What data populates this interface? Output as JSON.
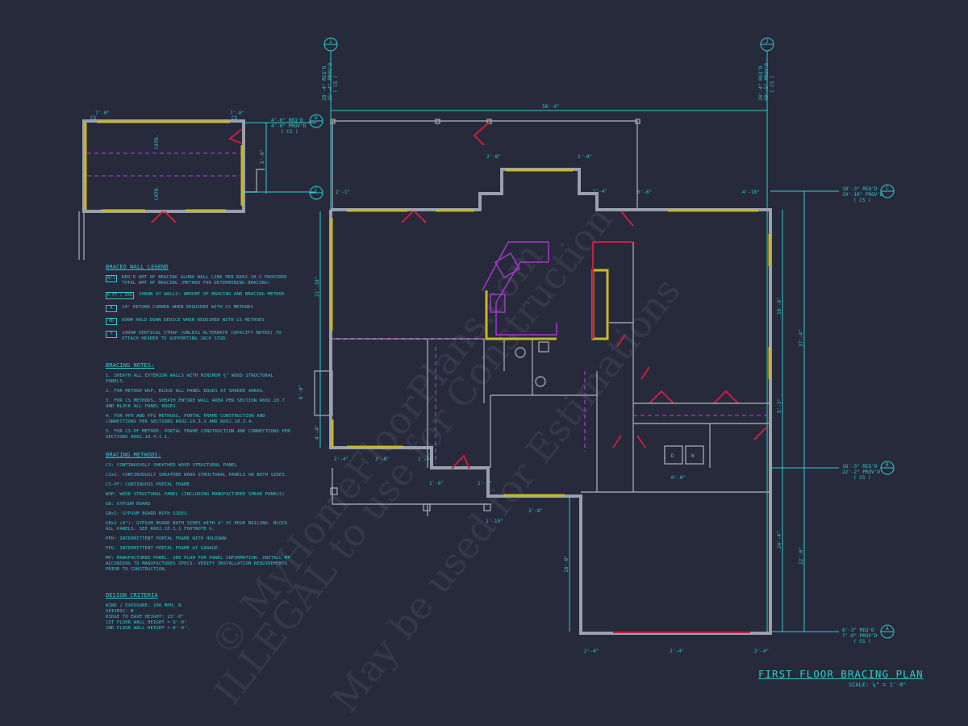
{
  "watermark": [
    "© MyHomeFloorPlans.com",
    "ILLEGAL to use for Construction",
    "May be used for Estimations"
  ],
  "title": "FIRST FLOOR BRACING PLAN",
  "scale": "SCALE: ¼\" = 1'-0\"",
  "grid": {
    "g1": {
      "id": "1",
      "req": "28'-4\" REQ'D",
      "prov": "25'-4\" PROV'D",
      "method": "( CS )"
    },
    "g2": {
      "id": "2",
      "req": "28'-4\" REQ'D",
      "prov": "40'-5\" PROV'D",
      "method": "( CS )"
    },
    "gD": {
      "id": "D",
      "req": "4'-0\" REQ'D",
      "prov": "4'-0\" PROV'D",
      "method": "( CS )"
    },
    "gC": {
      "id": "C",
      "req": "18'-3\" REQ'D",
      "prov": "19'-10\" PROV'D",
      "method": "( CS )"
    },
    "gB": {
      "id": "B",
      "req": "18'-3\" REQ'D",
      "prov": "22'-2\" PROV'D",
      "method": "( CS )"
    },
    "gA": {
      "id": "A",
      "req": "6'-3\" REQ'D",
      "prov": "7'-0\" PROV'D",
      "method": "( CS )"
    },
    "gC2": {
      "id": "C"
    },
    "sub": "1"
  },
  "dims": {
    "overall": "58'-0\"",
    "right_total": "37'-4\"",
    "right_lower": "22'-0\"",
    "right_inner_lower": "24'-4\"",
    "right_upper": "10'-8\"",
    "right_mid": "5'-3\"",
    "left_upper": "21'-10\"",
    "left_fire": "6'-0\"",
    "left_low": "4'-4\"",
    "garage_left": "18'-0\"",
    "detached_side": "5'-6\"",
    "d1": "7'-0\"",
    "d2": "7'-0\"",
    "p1": "2'-8\"",
    "p2": "1'-8\"",
    "t1": "2'-1\"",
    "t2": "1'-4\"",
    "t3": "6'-6\"",
    "t4": "4'-10\"",
    "b1": "2'-4\"",
    "b2": "3'-8\"",
    "b3": "1'-8\"",
    "b4": "1'-6\"",
    "b5": "1'-2\"",
    "b6": "1'-10\"",
    "b7": "3'-8\"",
    "b8": "0'-8\"",
    "g1": "2'-4\"",
    "g2": "2'-4\"",
    "g3": "2'-4\""
  },
  "tags": {
    "cs": "CS",
    "cs2": "CSx2",
    "d": "D",
    "w": "W",
    "cath": "CATH."
  },
  "legend": {
    "heading": "BRACED WALL LEGEND",
    "bubble_a": "A",
    "bubble_1": "1",
    "items": [
      {
        "sym": "A/1",
        "text": "REQ'D AMT OF BRACING ALONG WALL LINE PER R602.10.2 PROVIDED TOTAL AMT OF BRACING (METHOD FOR DETERMINING BRACING)"
      },
      {
        "sym": "X FT / XXX",
        "text": "SHOWN AT WALLS: AMOUNT OF BRACING AND BRACING METHOD"
      },
      {
        "sym": "R",
        "text": "24\" RETURN CORNER WHEN REQUIRED WITH CS METHODS"
      },
      {
        "sym": "HD",
        "text": "800# HOLD DOWN DEVICE WHEN REQUIRED WITH CS METHODS"
      },
      {
        "sym": "T",
        "text": "1000# VERTICAL STRAP (UNLESS ALTERNATE CAPACITY NOTED) TO ATTACH HEADER TO SUPPORTING JACK STUD."
      }
    ]
  },
  "notes": {
    "heading": "BRACING NOTES:",
    "items": [
      "1. SHEATH ALL EXTERIOR WALLS WITH MINIMUM ⅜\" WOOD STRUCTURAL PANELS.",
      "2. FOR METHOD WSP, BLOCK ALL PANEL EDGES AT SHADED AREAS.",
      "3. FOR CS METHODS, SHEATH ENTIRE WALL AREA PER SECTION R602.10.7 AND BLOCK ALL PANEL EDGES.",
      "4. FOR PFH AND PFG METHODS, PORTAL FRAME CONSTRUCTION AND CONNECTIONS PER SECTIONS R602.10.3.3 AND R602.10.3.4.",
      "5. FOR CS-PF METHOD, PORTAL FRAME CONSTRUCTION AND CONNECTIONS PER SECTIONS R602.10.4.1.1."
    ]
  },
  "methods": {
    "heading": "BRACING METHODS:",
    "items": [
      "CS: CONTINUOUSLY SHEATHED WOOD STRUCTURAL PANEL",
      "CSx2: CONTINUOUSLY SHEATHED WOOD STRUCTURAL PANELS ON BOTH SIDES.",
      "CS-PF: CONTINUOUS PORTAL FRAME.",
      "WSP: WOOD STRUCTURAL PANEL (INCLUDING MANUFACTURED SHEAR PANELS)",
      "GB: GYPSUM BOARD",
      "GBx2: GYPSUM BOARD BOTH SIDES.",
      "GBx2 (4\"): GYPSUM BOARD BOTH SIDES WITH 4\" OC EDGE NAILING. BLOCK ALL PANELS. SEE R602.10.1.1 FOOTNOTE G.",
      "PFH: INTERMITTENT PORTAL FRAME WITH HOLDOWN",
      "PFG: INTERMITTENT PORTAL FRAME AT GARAGE.",
      "MP: MANUFACTURED PANEL. SEE PLAN FOR PANEL INFORMATION. INSTALL MP ACCORDING TO MANUFACTURES SPECS. VERIFY INSTALLATION REQUIREMENTS PRIOR TO CONSTRUCTION."
    ]
  },
  "criteria": {
    "heading": "DESIGN CRITERIA",
    "items": [
      "WIND / EXPOSURE:  100 MPH, B",
      "SEISMIC:  B",
      "RIDGE TO EAVE HEIGHT: 13'-0\"",
      "1ST FLOOR WALL HEIGHT = 9'-0\"",
      "2ND FLOOR WALL HEIGHT = 8'-0\"."
    ]
  },
  "colors": {
    "background": "#262a3b",
    "annotation": "#33c9cf",
    "wall": "#9aa0ac",
    "door": "#c8203c",
    "panel": "#c9b825",
    "fixture": "#a33ac8"
  }
}
